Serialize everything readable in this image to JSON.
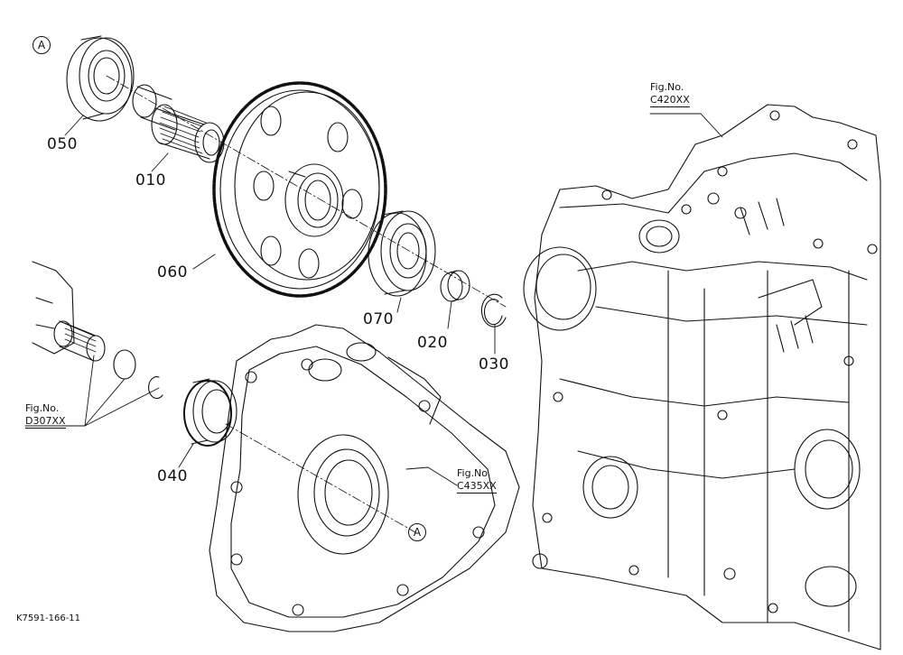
{
  "parts": {
    "p050": "050",
    "p010": "010",
    "p060": "060",
    "p070": "070",
    "p020": "020",
    "p030": "030",
    "p040": "040"
  },
  "refs": {
    "fig_prefix": "Fig.No.",
    "c420": "C420XX",
    "d307": "D307XX",
    "c435": "C435XX",
    "marker": "A"
  },
  "footer": {
    "code": "K7591-166-11"
  }
}
